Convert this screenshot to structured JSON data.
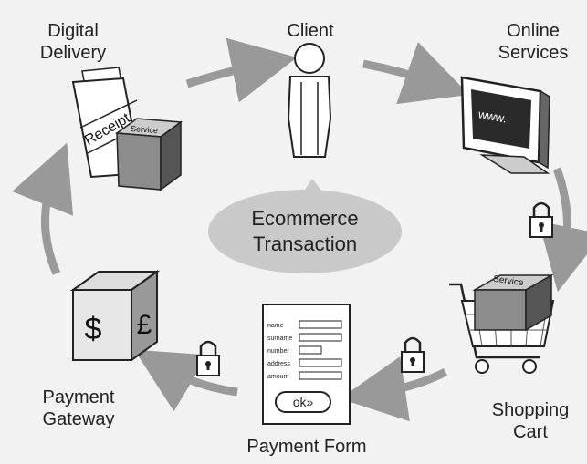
{
  "center": {
    "line1": "Ecommerce",
    "line2": "Transaction"
  },
  "nodes": {
    "client": {
      "label": "Client"
    },
    "online_services": {
      "line1": "Online",
      "line2": "Services",
      "screen_text": "www."
    },
    "shopping_cart": {
      "line1": "Shopping",
      "line2": "Cart",
      "box_text": "Service"
    },
    "payment_form": {
      "label": "Payment Form",
      "fields": [
        "name",
        "surname",
        "number",
        "address",
        "amount"
      ],
      "button_text": "ok»"
    },
    "payment_gateway": {
      "line1": "Payment",
      "line2": "Gateway",
      "symbols": [
        "$",
        "£"
      ]
    },
    "digital_delivery": {
      "line1": "Digital",
      "line2": "Delivery",
      "receipt_text": "Receipt",
      "box_text": "Service"
    }
  }
}
